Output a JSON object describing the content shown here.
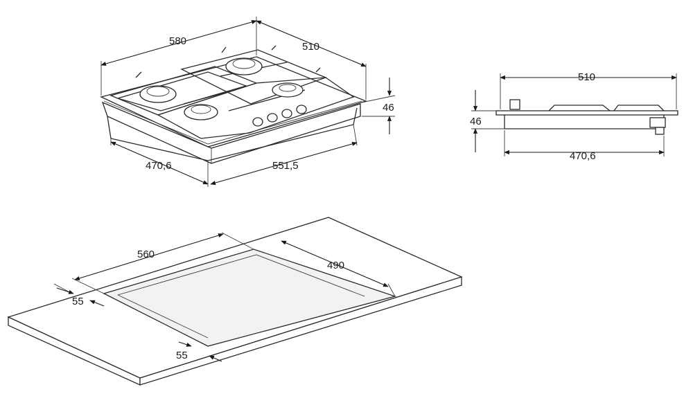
{
  "hob_perspective": {
    "dim_width": "580",
    "dim_depth": "510",
    "dim_height": "46",
    "dim_base_depth": "470,6",
    "dim_base_width": "551,5"
  },
  "hob_side": {
    "dim_depth": "510",
    "dim_height": "46",
    "dim_base_depth": "470,6"
  },
  "cutout": {
    "dim_width": "560",
    "dim_depth": "490",
    "dim_margin_front": "55",
    "dim_margin_side": "55"
  }
}
